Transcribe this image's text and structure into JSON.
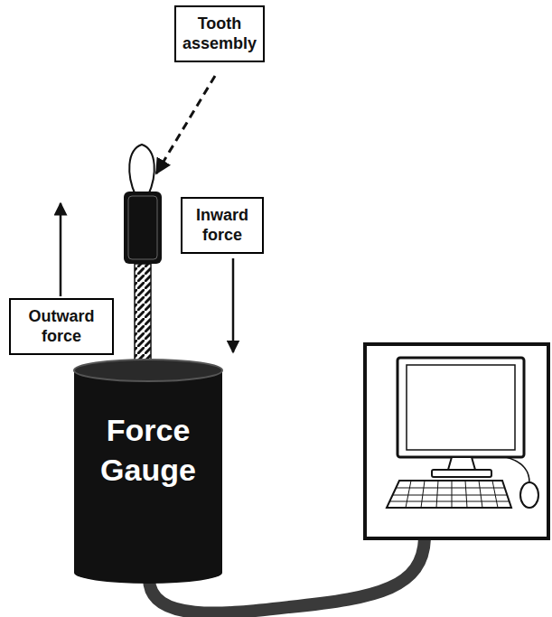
{
  "diagram": {
    "nodes": [
      {
        "text": [
          "Tooth assembly"
        ]
      },
      {
        "text": [
          "Inward force"
        ]
      },
      {
        "text": [
          "Outward force"
        ]
      },
      {
        "text": [
          "Force Gauge"
        ]
      }
    ]
  }
}
